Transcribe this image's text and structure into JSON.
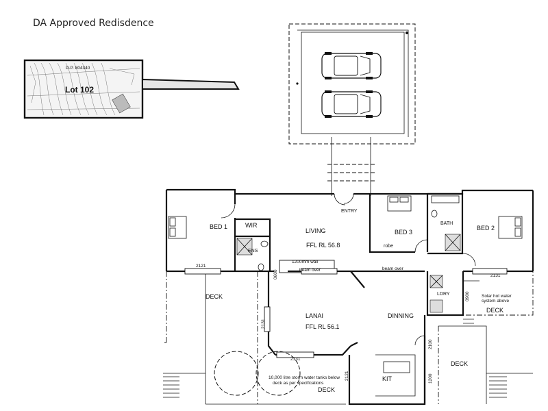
{
  "title": "DA Approved Redisdence",
  "site_plan": {
    "lot_label": "Lot 102",
    "dp_label": "D.P. 804340"
  },
  "rooms": {
    "bed1": "BED 1",
    "wir": "WIR",
    "ens": "ENS",
    "living": "LIVING",
    "living_level": "FFL RL 56.8",
    "entry": "ENTRY",
    "bed3": "BED 3",
    "robe": "robe",
    "bath": "BATH",
    "bed2": "BED 2",
    "lanai": "LANAI",
    "lanai_level": "FFL RL 56.1",
    "dinning": "DINNING",
    "kit": "KIT",
    "ldry": "LDRY",
    "deck_left": "DECK",
    "deck_right_top": "DECK",
    "deck_right": "DECK",
    "deck_bottom": "DECK"
  },
  "notes": {
    "wall_1200": "1200mm wall",
    "beam_over_1": "beam over",
    "beam_over_2": "beam over",
    "solar_1": "Solar hot water",
    "solar_2": "system above",
    "tanks_1": "10,000 litre storm water tanks below",
    "tanks_2": "deck as per specifications"
  },
  "dimensions": {
    "d2121_bed1": "2121",
    "d0600_a": "0600",
    "d2131_top": "2131",
    "d0900": "0900",
    "d2131_left": "2131",
    "d2131_bottom": "2131",
    "d2121_kit": "2121",
    "d2100": "2100",
    "d1200": "1200"
  }
}
